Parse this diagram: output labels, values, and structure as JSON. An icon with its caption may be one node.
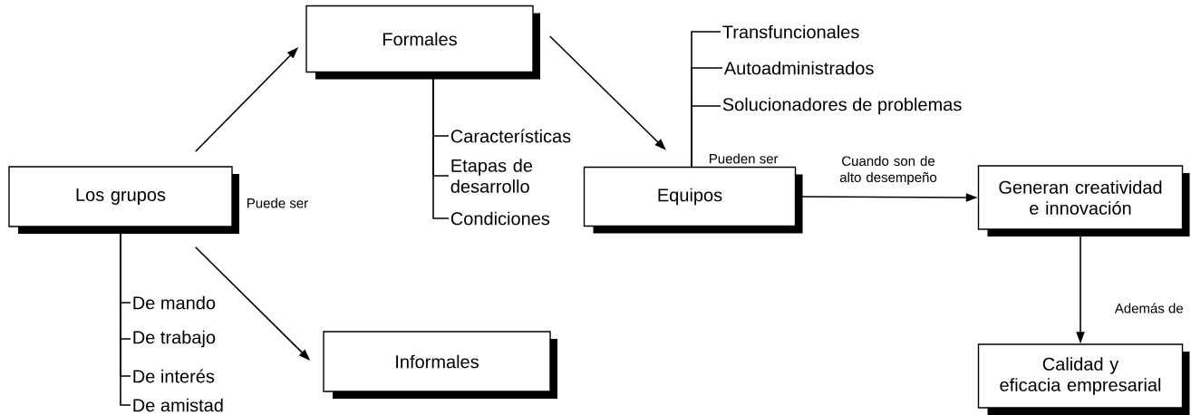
{
  "diagram": {
    "nodes": [
      {
        "text": [
          "Los grupos"
        ],
        "beside": [
          "Puede ser"
        ]
      },
      {
        "text": [
          "Formales"
        ]
      },
      {
        "text": [
          "Informales"
        ]
      },
      {
        "text": [
          "Equipos"
        ],
        "beside": [
          "Pueden ser"
        ]
      },
      {
        "text": [
          "Generan creatividad e innovación"
        ]
      },
      {
        "text": [
          "Calidad y eficacia empresarial"
        ]
      },
      {
        "text": [
          "Características"
        ]
      },
      {
        "text": [
          "Etapas de desarrollo"
        ]
      },
      {
        "text": [
          "Condiciones"
        ]
      },
      {
        "text": [
          "Transfuncionales"
        ]
      },
      {
        "text": [
          "Autoadministrados"
        ]
      },
      {
        "text": [
          "Solucionadores de problemas"
        ]
      },
      {
        "text": [
          "De mando"
        ]
      },
      {
        "text": [
          "De trabajo"
        ]
      },
      {
        "text": [
          "De interés"
        ]
      },
      {
        "text": [
          "De amistad"
        ]
      }
    ],
    "edges": [
      {
        "from": 0,
        "to": 1,
        "arrow": "to"
      },
      {
        "from": 0,
        "to": 2,
        "arrow": "to"
      },
      {
        "from": 1,
        "to": 3,
        "arrow": "to"
      },
      {
        "from": 3,
        "to": 4,
        "arrow": "to",
        "label": "Cuando son de alto desempeño"
      },
      {
        "from": 4,
        "to": 5,
        "arrow": "to",
        "label": "Además de"
      },
      {
        "from": 1,
        "to": 6,
        "arrow": "none"
      },
      {
        "from": 1,
        "to": 7,
        "arrow": "none"
      },
      {
        "from": 1,
        "to": 8,
        "arrow": "none"
      },
      {
        "from": 3,
        "to": 9,
        "arrow": "none"
      },
      {
        "from": 3,
        "to": 10,
        "arrow": "none"
      },
      {
        "from": 3,
        "to": 11,
        "arrow": "none"
      },
      {
        "from": 0,
        "to": 12,
        "arrow": "none"
      },
      {
        "from": 0,
        "to": 13,
        "arrow": "none"
      },
      {
        "from": 0,
        "to": 14,
        "arrow": "none"
      },
      {
        "from": 0,
        "to": 15,
        "arrow": "none"
      }
    ]
  }
}
